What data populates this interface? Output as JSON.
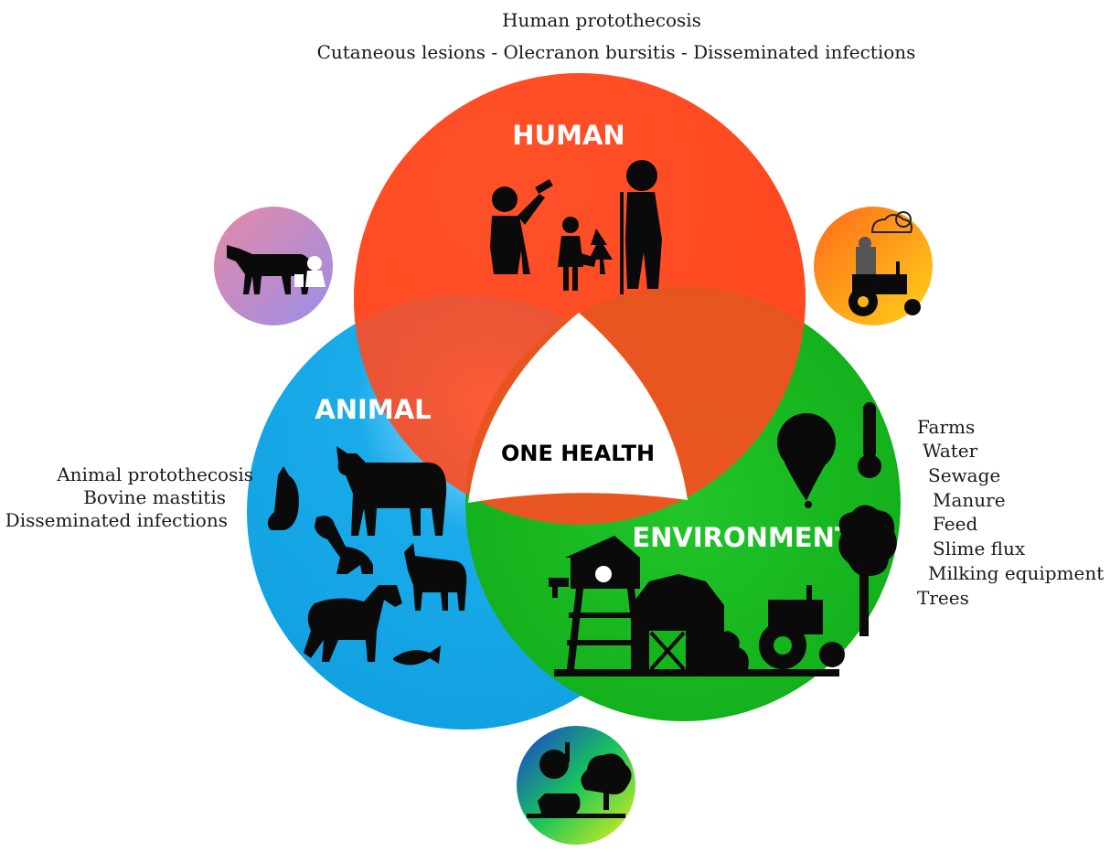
{
  "top_annotation": {
    "title": "Human protothecosis",
    "subtitle": "Cutaneous lesions - Olecranon bursitis - Disseminated infections"
  },
  "circles": {
    "human": {
      "label": "HUMAN",
      "color": "#ff4a2e"
    },
    "animal": {
      "label": "ANIMAL",
      "color": "#12a8ea"
    },
    "environment": {
      "label": "ENVIRONMENT",
      "color": "#13b51b"
    }
  },
  "center": {
    "label": "ONE HEALTH"
  },
  "animal_annotation": {
    "lines": [
      "Animal protothecosis",
      "Bovine mastitis",
      "Disseminated infections"
    ]
  },
  "environment_annotation": {
    "items": [
      "Farms",
      "Water",
      "Sewage",
      "Manure",
      "Feed",
      "Slime flux",
      "Milking equipment",
      "Trees"
    ]
  },
  "icons": {
    "milking": "cow-milking-icon",
    "tractor_weather": "tractor-weather-icon",
    "earth_farm": "earth-farm-icon",
    "people": "people-silhouettes-icon",
    "animals": "animal-silhouettes-icon",
    "environment": "farm-environment-icon"
  }
}
